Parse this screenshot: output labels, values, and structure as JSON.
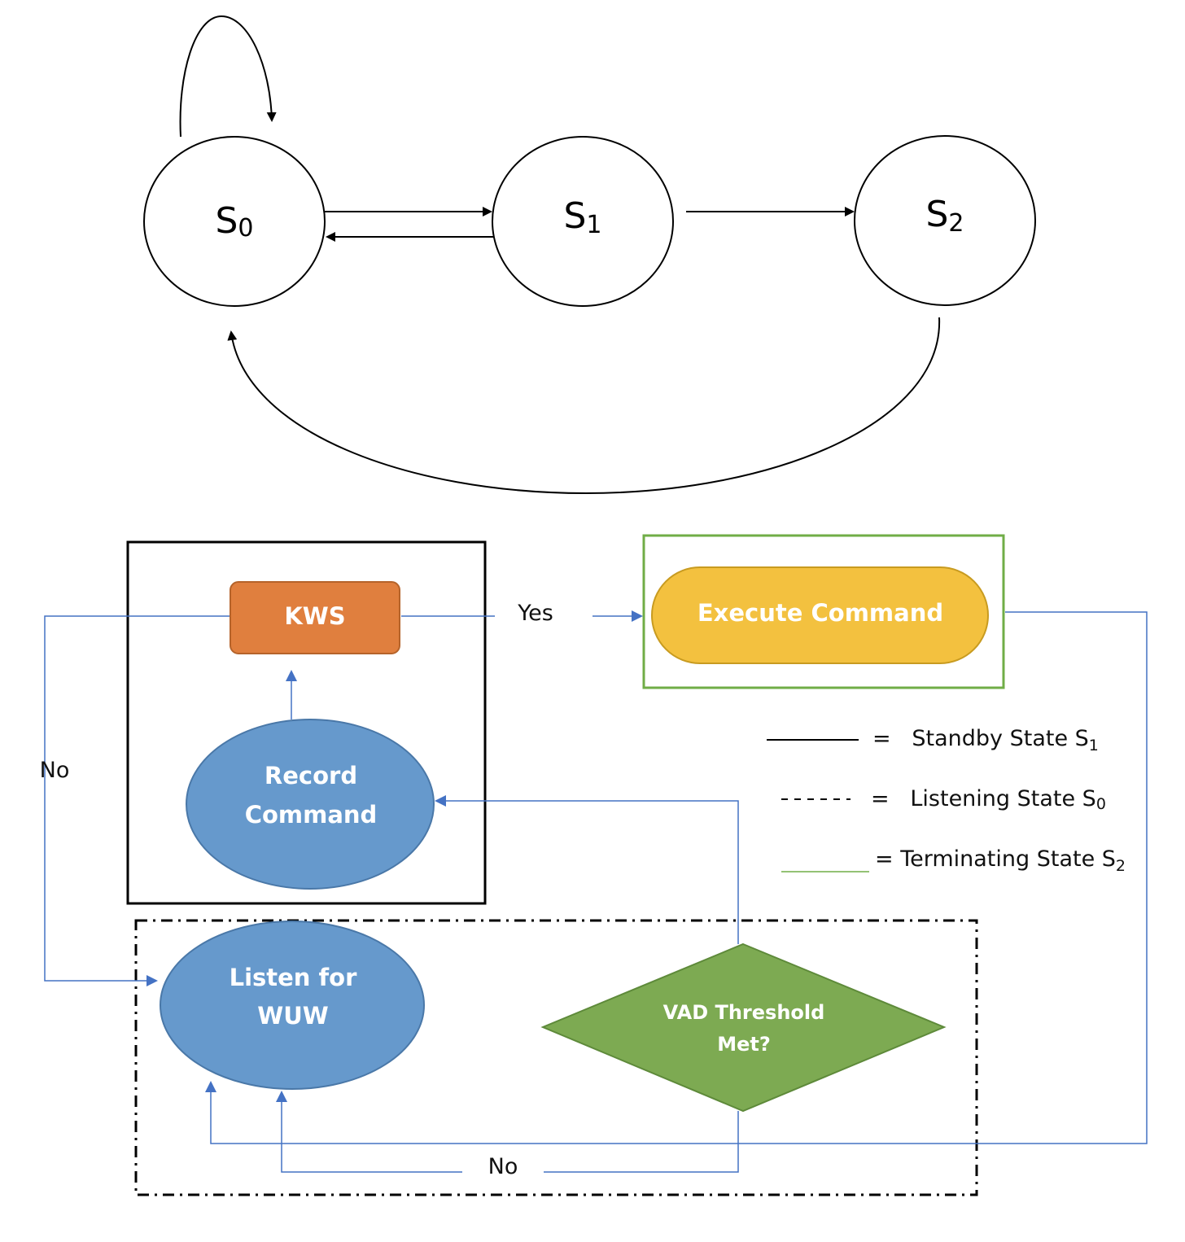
{
  "colors": {
    "kws_fill": "#E07F3E",
    "execute_fill": "#F3C13F",
    "blue_node_fill": "#6699CC",
    "vad_fill": "#7DAA52",
    "flow_line": "#4472C4",
    "terminating_box": "#70AD47"
  },
  "state_machine": {
    "states": [
      {
        "base": "S",
        "sub": "0"
      },
      {
        "base": "S",
        "sub": "1"
      },
      {
        "base": "S",
        "sub": "2"
      }
    ]
  },
  "flowchart": {
    "kws_label": "KWS",
    "execute_label": "Execute Command",
    "record_label": [
      "Record",
      "Command"
    ],
    "listen_label": [
      "Listen for",
      "WUW"
    ],
    "vad_label": [
      "VAD Threshold",
      "Met?"
    ],
    "yes_label": "Yes",
    "no_left_label": "No",
    "no_bottom_label": "No"
  },
  "legend": {
    "standby": {
      "text": "=   Standby State S",
      "sub": "1"
    },
    "listening": {
      "text": "=   Listening State S",
      "sub": "0"
    },
    "terminating": {
      "text": "= Terminating State S",
      "sub": "2"
    }
  }
}
